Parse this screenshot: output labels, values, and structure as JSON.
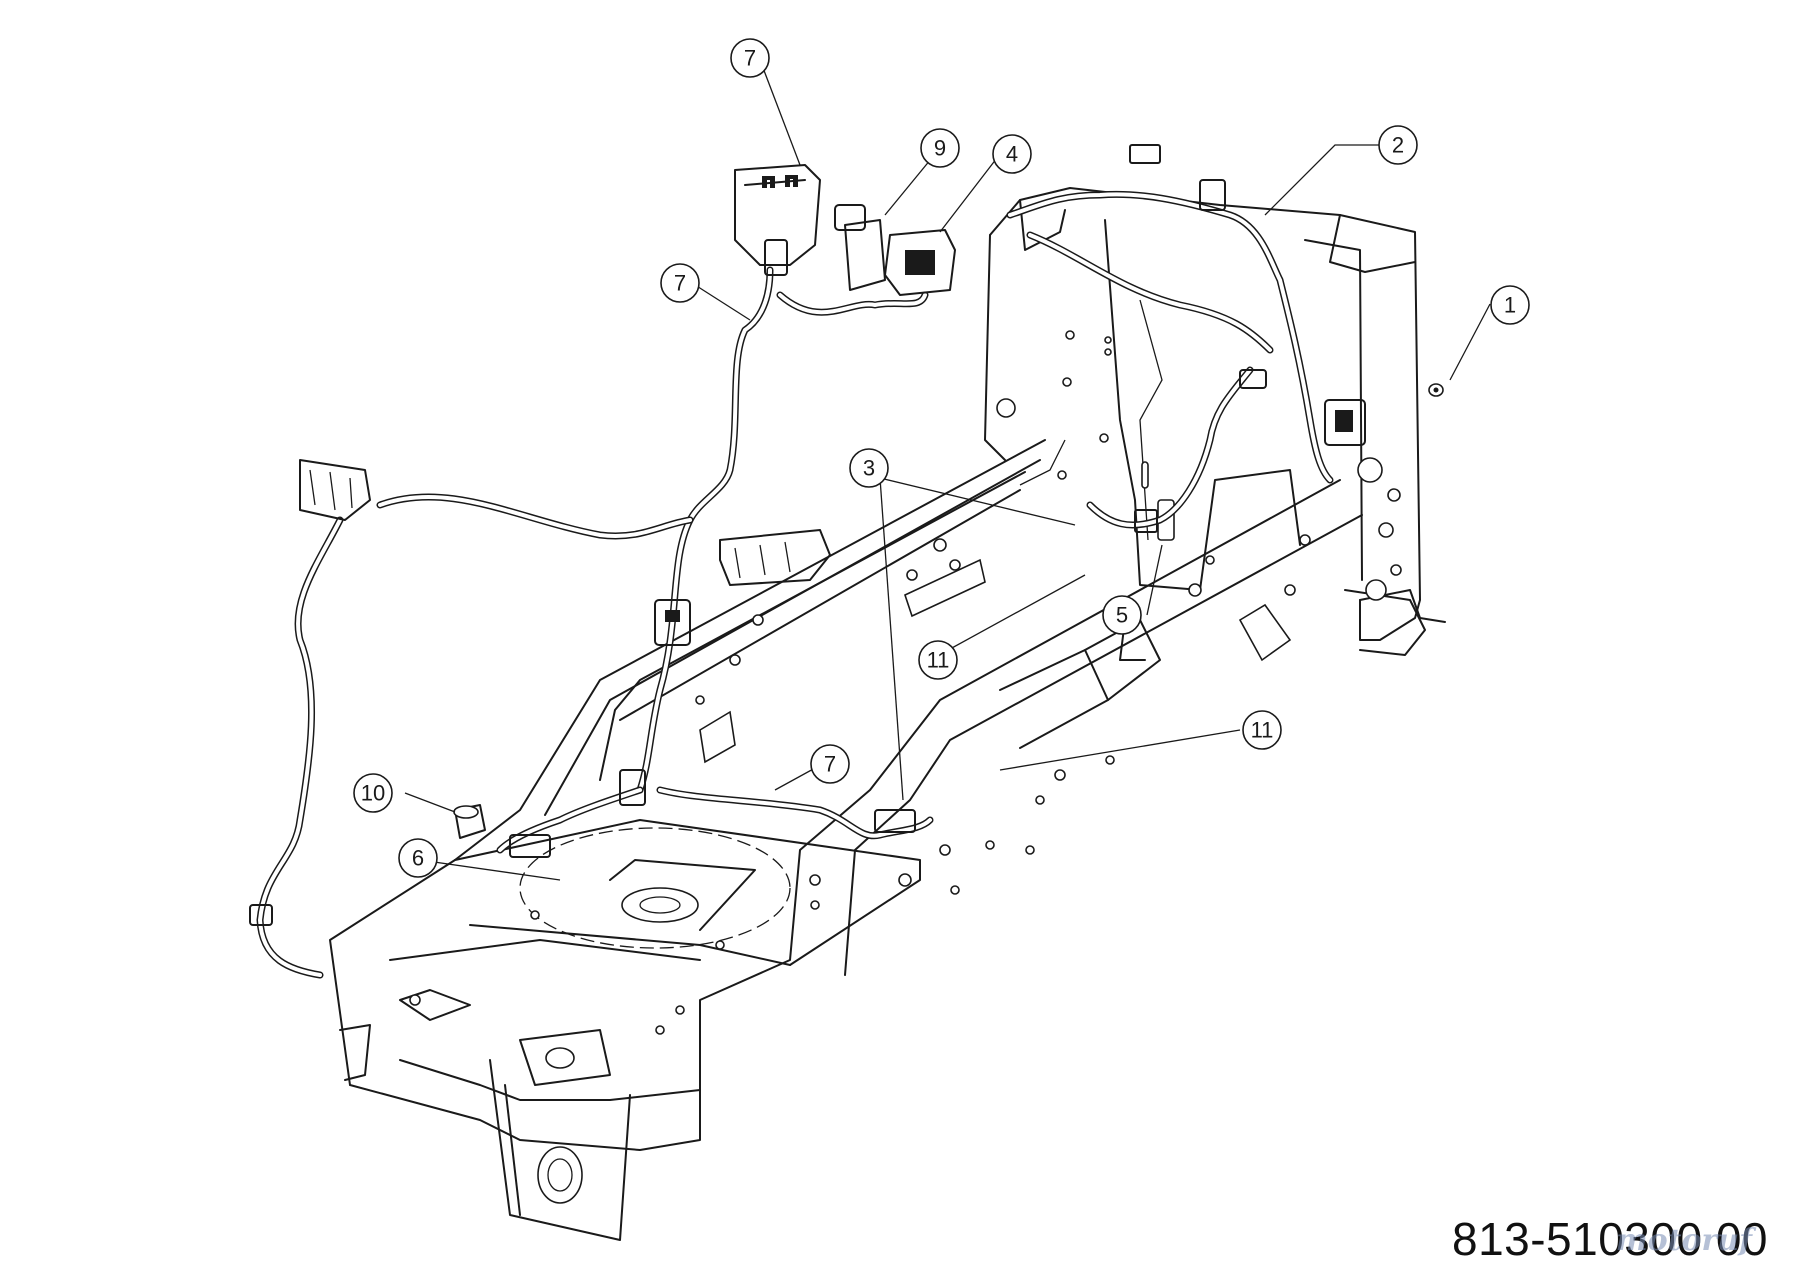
{
  "drawing_number": "813-510300 00",
  "watermark": "motoruf",
  "colors": {
    "line": "#1a1a1a",
    "background": "#ffffff",
    "watermark": "#8a9cc0"
  },
  "callouts": [
    {
      "id": "c1",
      "label": "1"
    },
    {
      "id": "c2",
      "label": "2"
    },
    {
      "id": "c3",
      "label": "3"
    },
    {
      "id": "c4",
      "label": "4"
    },
    {
      "id": "c5",
      "label": "5"
    },
    {
      "id": "c6",
      "label": "6"
    },
    {
      "id": "c7a",
      "label": "7"
    },
    {
      "id": "c7b",
      "label": "7"
    },
    {
      "id": "c7c",
      "label": "7"
    },
    {
      "id": "c9",
      "label": "9"
    },
    {
      "id": "c10",
      "label": "10"
    },
    {
      "id": "c11a",
      "label": "11"
    },
    {
      "id": "c11b",
      "label": "11"
    }
  ]
}
